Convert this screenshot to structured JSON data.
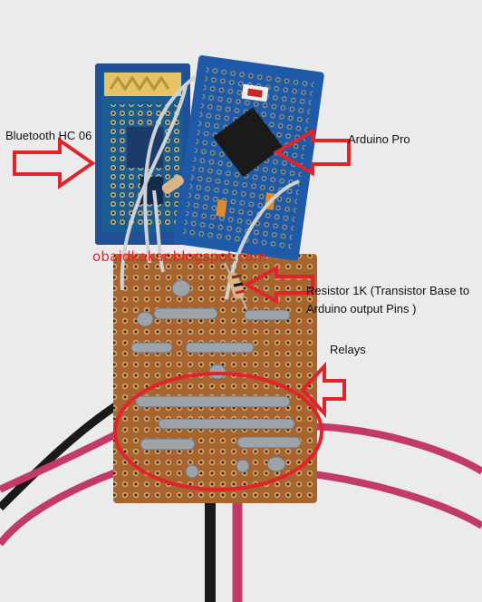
{
  "labels": {
    "bluetooth": "Bluetooth HC 06",
    "arduino": "Arduino Pro",
    "resistor_line1": "Resistor 1K (Transistor Base to",
    "resistor_line2": "Arduino output Pins )",
    "relays": "Relays"
  },
  "watermark": "obaidkakar.blogspot.com",
  "colors": {
    "annotation_red": "#e0242c",
    "wall": "#ebebeb",
    "pcb_blue": "#1f4f96",
    "perfboard": "#a8642f",
    "solder": "#9ea3aa",
    "wire_black": "#1a1a1a",
    "wire_pink": "#c23a6a"
  }
}
